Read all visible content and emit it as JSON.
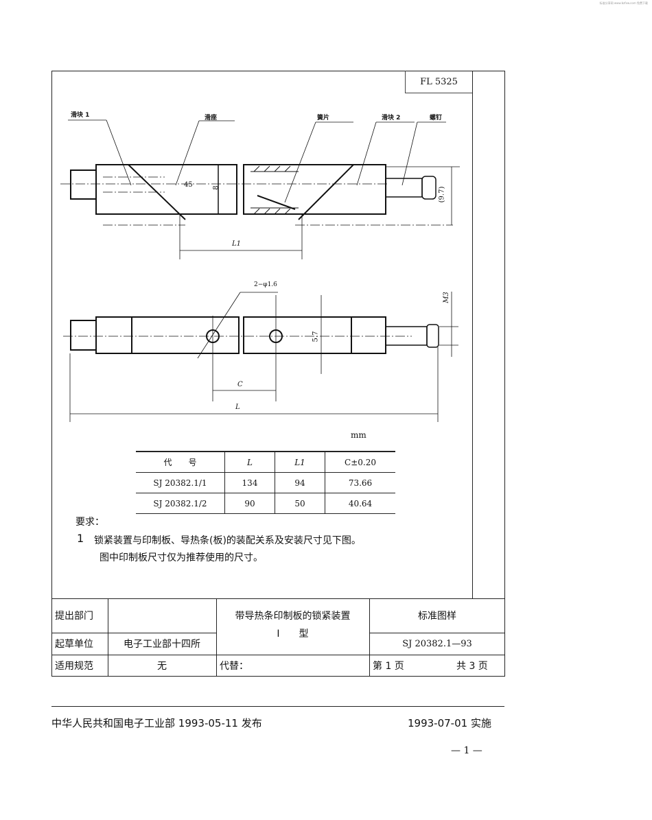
{
  "watermark": "标准分享网 www.bzfxw.com 免费下载",
  "header": {
    "code": "FL 5325"
  },
  "drawing": {
    "top_view": {
      "labels": [
        "滑块 1",
        "滑座",
        "簧片",
        "滑块 2",
        "螺钉"
      ],
      "angle": "45",
      "height_dim": "8",
      "total_height_dim": "(9.7)",
      "length_dim": "L1"
    },
    "side_view": {
      "hole_label": "2−φ1.6",
      "thread_label": "M3",
      "width_dim": "5.7",
      "hole_spacing_dim": "C",
      "length_dim": "L"
    }
  },
  "unit": "mm",
  "params_table": {
    "headers": [
      "代　　号",
      "L",
      "L1",
      "C±0.20"
    ],
    "rows": [
      [
        "SJ 20382.1/1",
        "134",
        "94",
        "73.66"
      ],
      [
        "SJ 20382.1/2",
        "90",
        "50",
        "40.64"
      ]
    ]
  },
  "requirements": {
    "heading": "要求：",
    "items": [
      {
        "num": "1",
        "line1": "锁紧装置与印制板、导热条(板)的装配关系及安装尺寸见下图。",
        "line2": "图中印制板尺寸仅为推荐使用的尺寸。"
      }
    ]
  },
  "title_block": {
    "proposer_label": "提出部门",
    "proposer_value": "",
    "drafter_label": "起草单位",
    "drafter_value": "电子工业部十四所",
    "scope_label": "适用规范",
    "scope_value": "无",
    "title": "带导热条印制板的锁紧装置",
    "subtitle": "I　　型",
    "replaces_label": "代替：",
    "category": "标准图样",
    "standard_no": "SJ 20382.1—93",
    "page": "第 1 页",
    "total_pages": "共 3 页"
  },
  "footer": {
    "issuer": "中华人民共和国电子工业部 1993-05-11 发布",
    "effective": "1993-07-01 实施",
    "page_number": "— 1 —"
  }
}
